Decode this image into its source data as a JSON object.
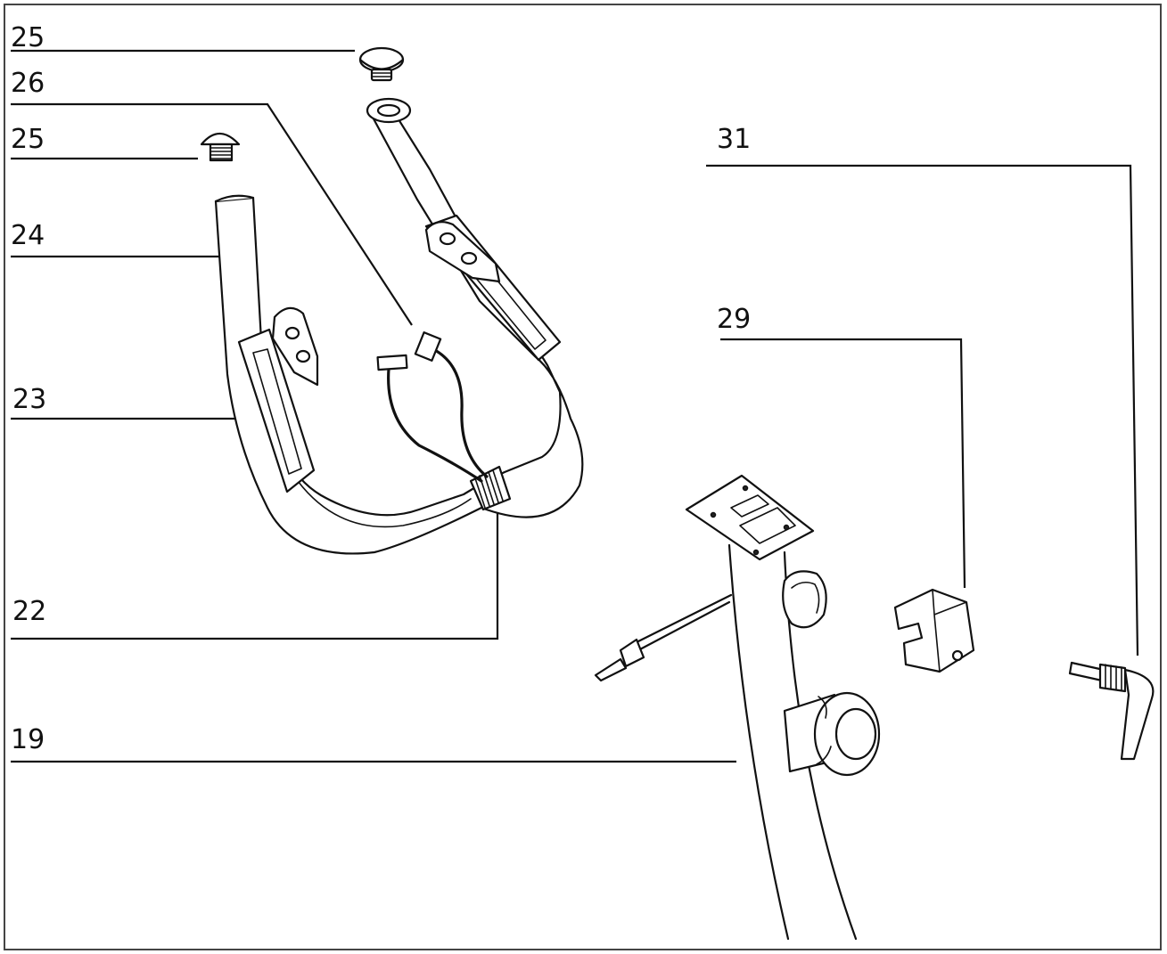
{
  "callouts": [
    {
      "id": "c25a",
      "number": "25"
    },
    {
      "id": "c26",
      "number": "26"
    },
    {
      "id": "c25b",
      "number": "25"
    },
    {
      "id": "c24",
      "number": "24"
    },
    {
      "id": "c23",
      "number": "23"
    },
    {
      "id": "c22",
      "number": "22"
    },
    {
      "id": "c19",
      "number": "19"
    },
    {
      "id": "c31",
      "number": "31"
    },
    {
      "id": "c29",
      "number": "29"
    }
  ]
}
